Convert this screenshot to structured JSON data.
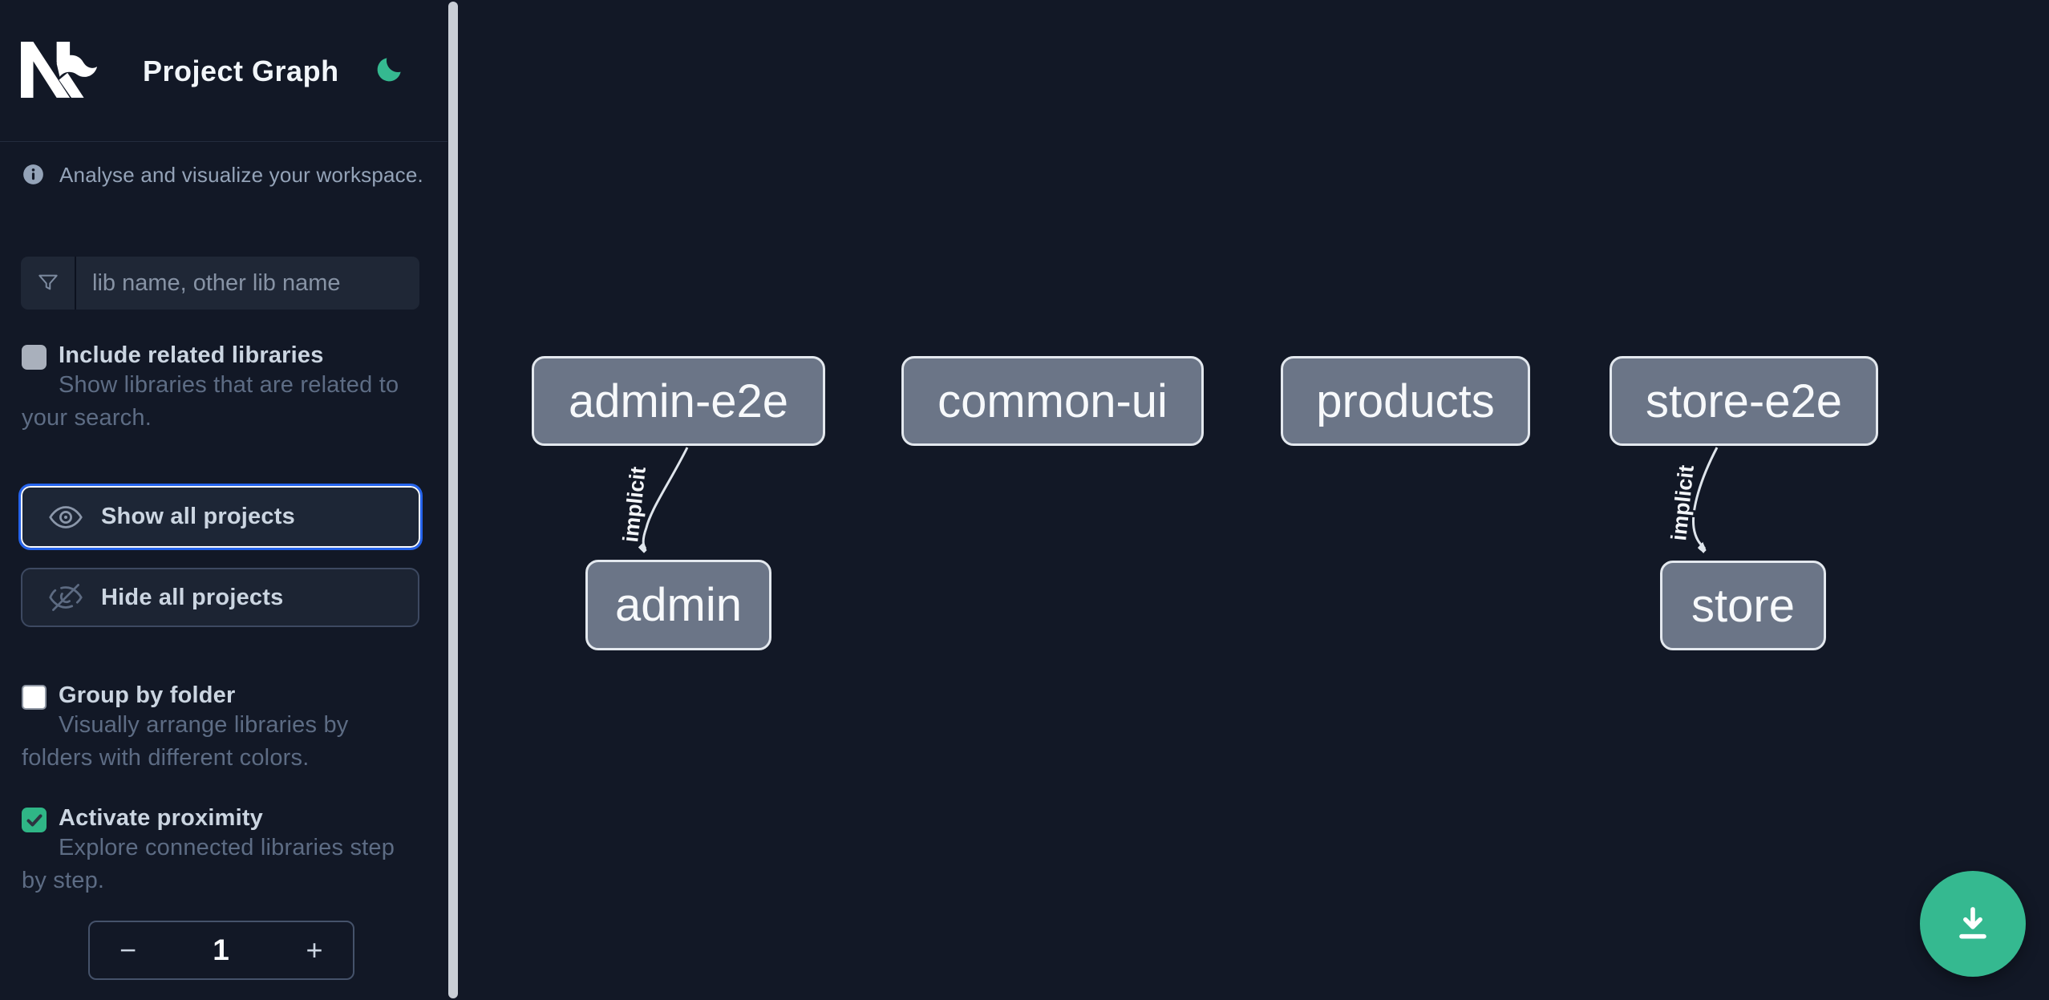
{
  "header": {
    "title": "Project Graph",
    "logo": "nx-logo",
    "theme_toggle_icon": "moon-icon"
  },
  "sidebar": {
    "tagline": "Analyse and visualize your workspace.",
    "search": {
      "icon": "filter-icon",
      "placeholder": "lib name, other lib name",
      "value": ""
    },
    "include_related": {
      "label": "Include related libraries",
      "description": "Show libraries that are related to your search.",
      "checked": false,
      "disabled": true
    },
    "show_all": {
      "label": "Show all projects",
      "icon": "eye-icon",
      "focused": true
    },
    "hide_all": {
      "label": "Hide all projects",
      "icon": "eye-off-icon"
    },
    "group_by_folder": {
      "label": "Group by folder",
      "description": "Visually arrange libraries by folders with different colors.",
      "checked": false
    },
    "activate_proximity": {
      "label": "Activate proximity",
      "description": "Explore connected libraries step by step.",
      "checked": true
    },
    "proximity_stepper": {
      "decrement": "−",
      "value": "1",
      "increment": "+"
    }
  },
  "graph": {
    "nodes": [
      {
        "label": "admin-e2e"
      },
      {
        "label": "common-ui"
      },
      {
        "label": "products"
      },
      {
        "label": "store-e2e"
      },
      {
        "label": "admin"
      },
      {
        "label": "store"
      }
    ],
    "edges": [
      {
        "from": "admin-e2e",
        "to": "admin",
        "label": "implicit"
      },
      {
        "from": "store-e2e",
        "to": "store",
        "label": "implicit"
      }
    ]
  },
  "fab": {
    "icon": "download-icon"
  },
  "colors": {
    "background": "#121826",
    "accent_green": "#35b990",
    "focus_blue": "#2563eb",
    "node_fill": "#6b7587",
    "node_border": "#e3e8ee",
    "primary_text": "#cbd5e1",
    "muted_text": "#5d6c84"
  }
}
